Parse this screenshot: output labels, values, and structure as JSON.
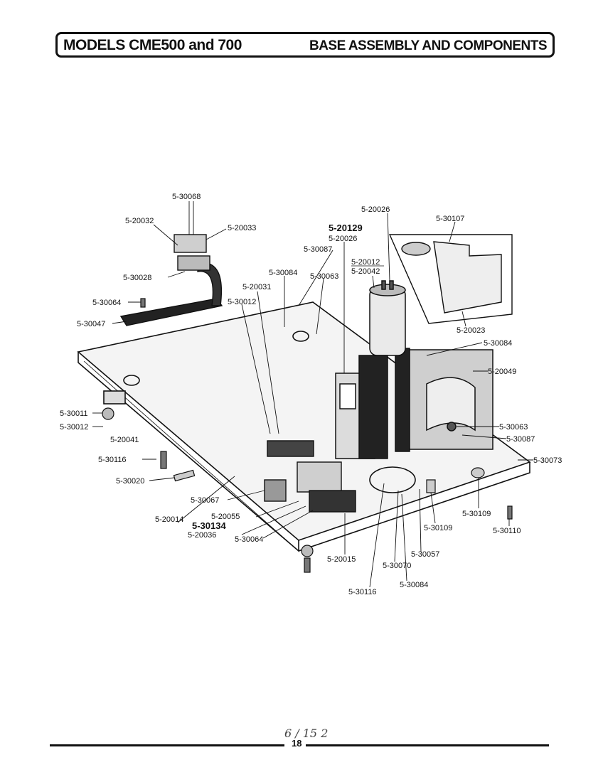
{
  "header": {
    "model_title": "MODELS CME500 and 700",
    "section_title": "BASE ASSEMBLY AND COMPONENTS"
  },
  "footer": {
    "page_number": "18",
    "handwritten_note": "6 / 15 2"
  },
  "parts": {
    "p_5_30068": "5-30068",
    "p_5_20032": "5-20032",
    "p_5_20033": "5-20033",
    "p_5_30028": "5-30028",
    "p_5_30064_a": "5-30064",
    "p_5_30047": "5-30047",
    "p_5_30011": "5-30011",
    "p_5_30012_a": "5-30012",
    "p_5_20041": "5-20041",
    "p_5_30116_a": "5-30116",
    "p_5_30020": "5-30020",
    "p_5_30067_a": "5-30067",
    "p_5_20014": "5-20014",
    "p_5_20055": "5-20055",
    "p_5_30134": "5-30134",
    "p_5_20036": "5-20036",
    "p_5_30064_b": "5-30064",
    "p_5_20015": "5-20015",
    "p_5_30116_b": "5-30116",
    "p_5_30070": "5-30070",
    "p_5_30057": "5-30057",
    "p_5_30084_a": "5-30084",
    "p_5_30109_a": "5-30109",
    "p_5_30109_b": "5-30109",
    "p_5_30110": "5-30110",
    "p_5_30073": "5-30073",
    "p_5_30087_a": "5-30087",
    "p_5_30063_a": "5-30063",
    "p_5_20049": "5-20049",
    "p_5_30084_b": "5-30084",
    "p_5_20023": "5-20023",
    "p_5_30107": "5-30107",
    "p_5_20026_a": "5-20026",
    "p_5_20129": "5-20129",
    "p_5_20026_b": "5-20026",
    "p_5_30087_b": "5-30087",
    "p_5_20012": "5-20012",
    "p_5_20042": "5-20042",
    "p_5_30084_c": "5-30084",
    "p_5_30063_b": "5-30063",
    "p_5_20031": "5-20031",
    "p_5_30012_b": "5-30012"
  }
}
